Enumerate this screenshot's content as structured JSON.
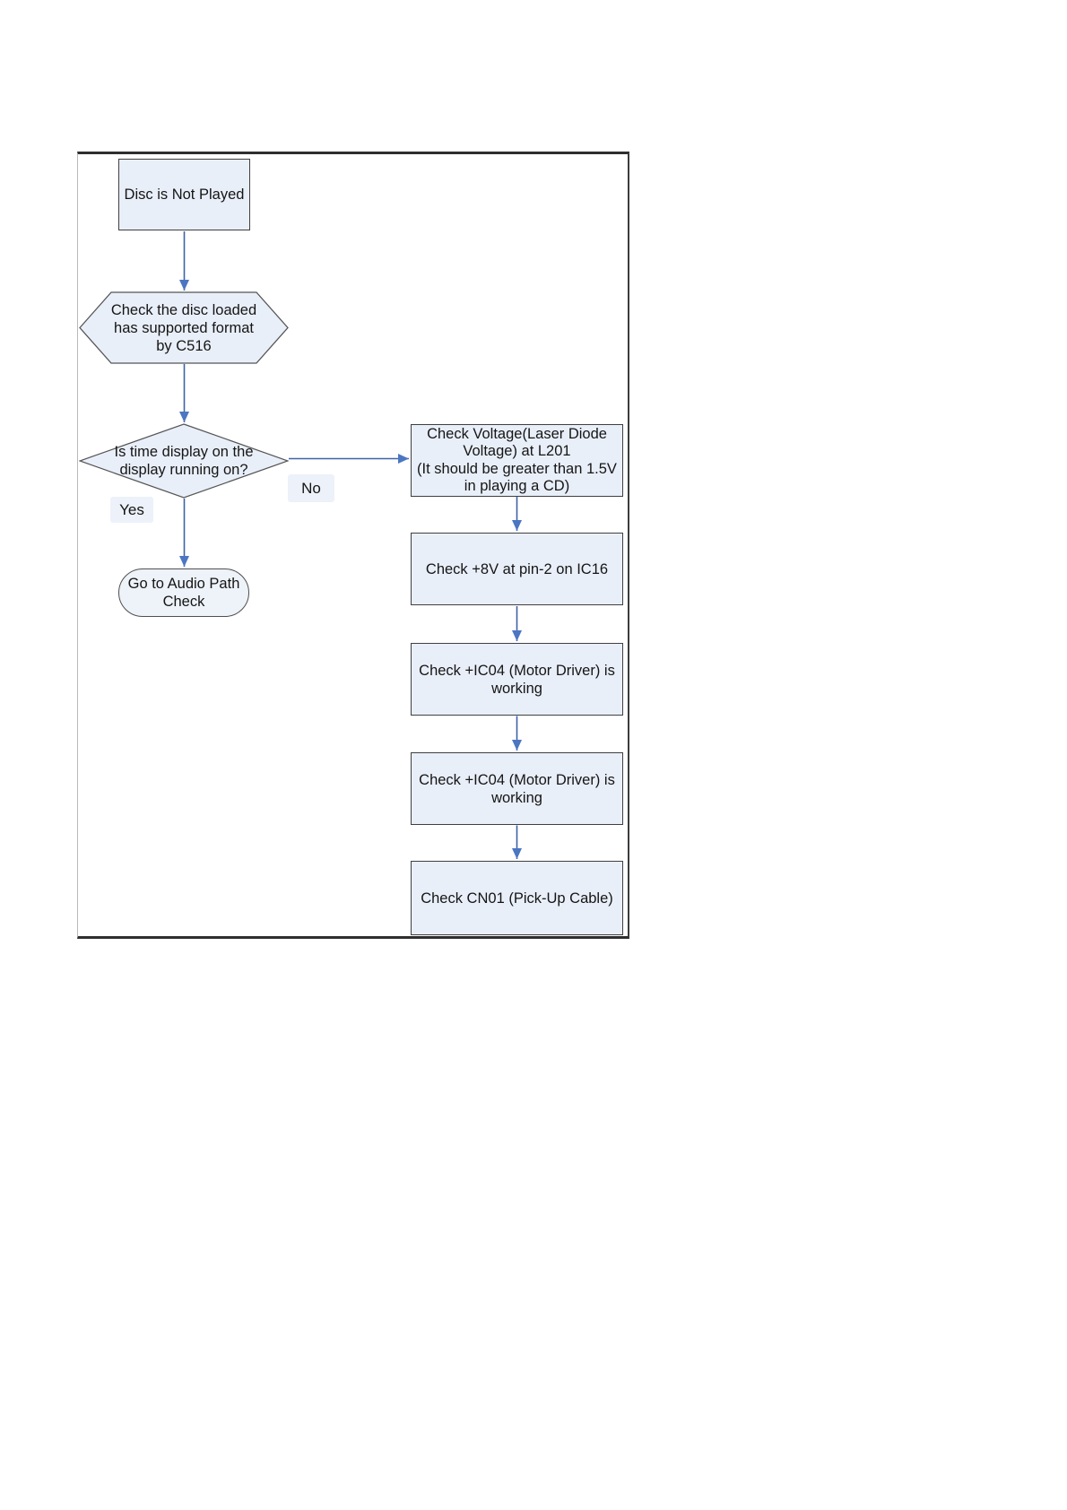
{
  "colors": {
    "node_fill": "#e9eff9",
    "node_border": "#3f3f3f",
    "connector_blue": "#3e63a8",
    "arrowhead_blue": "#4b76c2",
    "branch_label_fill": "#edf1f9",
    "text": "#151515",
    "frame_dark": "#2e2e2e"
  },
  "flowchart": {
    "start": {
      "label": "Disc is Not Played"
    },
    "format_check": {
      "label": "Check the disc loaded\nhas supported format\nby C516"
    },
    "decision": {
      "label": "Is time display on the\ndisplay running on?"
    },
    "branch_yes": {
      "label": "Yes"
    },
    "branch_no": {
      "label": "No"
    },
    "audio_path": {
      "label": "Go to Audio Path\nCheck"
    },
    "check_voltage": {
      "label": "Check Voltage(Laser Diode\nVoltage) at L201\n(It should be greater than 1.5V\nin playing a CD)"
    },
    "check_8v": {
      "label": "Check +8V at pin-2 on IC16"
    },
    "check_ic04_first": {
      "label": "Check +IC04 (Motor Driver) is\nworking"
    },
    "check_ic04_second": {
      "label": "Check +IC04 (Motor Driver) is\nworking"
    },
    "check_cn01": {
      "label": "Check CN01 (Pick-Up Cable)"
    }
  }
}
